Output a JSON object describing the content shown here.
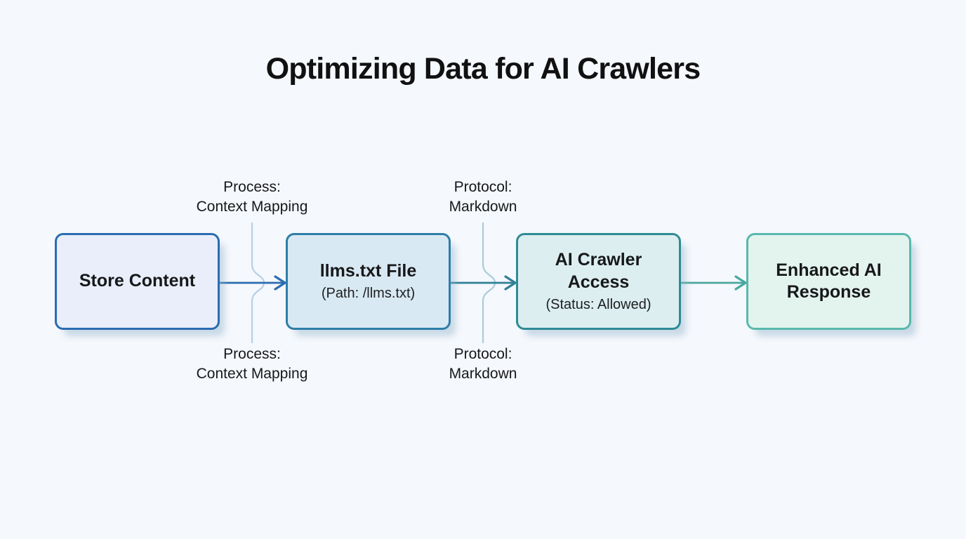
{
  "page": {
    "background": "#f5f8fc",
    "title": "Optimizing Data for AI Crawlers",
    "title_color": "#111111"
  },
  "diagram": {
    "nodes": [
      {
        "title": "Store Content",
        "subtitle": "",
        "border_color": "#2b6cb0",
        "fill_color": "#e9eefa"
      },
      {
        "title": "llms.txt File",
        "subtitle": "(Path: /llms.txt)",
        "border_color": "#2e7ea8",
        "fill_color": "#d9e9f3"
      },
      {
        "title": "AI Crawler Access",
        "subtitle": "(Status: Allowed)",
        "border_color": "#2f8b96",
        "fill_color": "#dceef0"
      },
      {
        "title": "Enhanced AI Response",
        "subtitle": "",
        "border_color": "#59b8ad",
        "fill_color": "#e3f4ee"
      }
    ],
    "edges": [
      {
        "from": "Store Content",
        "to": "llms.txt File",
        "label_line1": "Process:",
        "label_line2": "Context Mapping",
        "arrow_color": "#2b6cb0",
        "leader_color": "#b6cfe8"
      },
      {
        "from": "llms.txt File",
        "to": "AI Crawler Access",
        "label_line1": "Protocol:",
        "label_line2": "Markdown",
        "arrow_color": "#2e8096",
        "leader_color": "#a8cdd6"
      },
      {
        "from": "AI Crawler Access",
        "to": "Enhanced AI Response",
        "label_line1": "",
        "label_line2": "",
        "arrow_color": "#4aa79e",
        "leader_color": ""
      }
    ]
  }
}
